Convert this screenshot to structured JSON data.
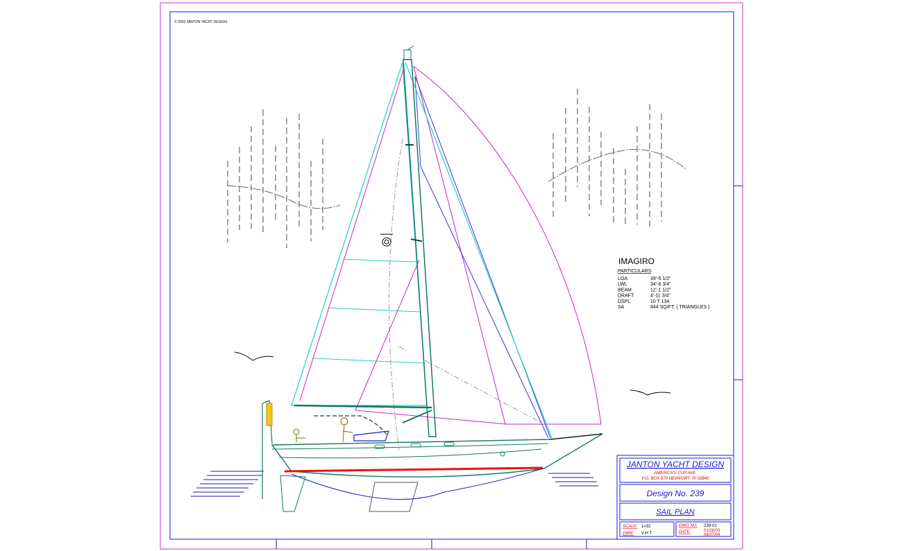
{
  "copyright": "©  2003 JANTON YACHT DESIGN",
  "particulars": {
    "boat_name": "IMAGIRO",
    "heading": "PARTICULARS",
    "rows": [
      {
        "label": "LOA",
        "value": "39'-5 1/2\""
      },
      {
        "label": "LWL",
        "value": "34'-8 3/4\""
      },
      {
        "label": "BEAM",
        "value": "12'-1 1/2\""
      },
      {
        "label": "DRAFT",
        "value": " 4'-11 3/4\""
      },
      {
        "label": "DSPL",
        "value": "10 T 134"
      },
      {
        "label": "SA",
        "value": "844 SQ/FT. ( TRIANGLES )"
      }
    ]
  },
  "title_block": {
    "company": "JANTON YACHT DESIGN",
    "address_1": "AMERICA'S CUP AVE.",
    "address_2": "P.O. BOX 870 NEWPORT, RI 02840",
    "design_no": "Design No. 239",
    "drawing_title": "SAIL PLAN",
    "scale_label": "SCALE:",
    "scale_value": "1=32",
    "dwn_label": "DWN:",
    "dwn_value": "V-H T",
    "dwg_no_label": "DWG NO:",
    "dwg_no_value": "239-01",
    "date_label": "DATE:",
    "date_value_1": "01/28/03",
    "date_value_2": "06/07/04"
  },
  "colors": {
    "border_magenta": "#cc33cc",
    "frame_blue": "#1a1acc",
    "title_red": "#dd0000",
    "sail_cyan": "#22cccc",
    "sail_magenta": "#cc22cc",
    "hull_teal": "#117766",
    "boot_red": "#ee1111"
  }
}
